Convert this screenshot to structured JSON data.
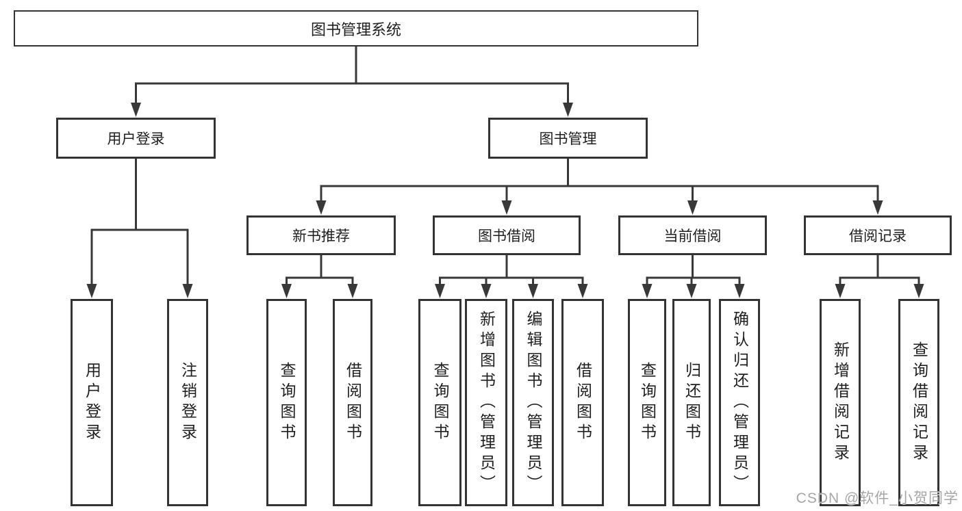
{
  "tree": {
    "root_label": "图书管理系统",
    "branches": [
      {
        "label": "用户登录",
        "children": [
          "用户登录",
          "注销登录"
        ]
      },
      {
        "label": "图书管理",
        "groups": [
          {
            "label": "新书推荐",
            "children": [
              "查询图书",
              "借阅图书"
            ]
          },
          {
            "label": "图书借阅",
            "children": [
              "查询图书",
              "新增图书（管理员）",
              "编辑图书（管理员）",
              "借阅图书"
            ]
          },
          {
            "label": "当前借阅",
            "children": [
              "查询图书",
              "归还图书",
              "确认归还（管理员）"
            ]
          },
          {
            "label": "借阅记录",
            "children": [
              "新增借阅记录",
              "查询借阅记录"
            ]
          }
        ]
      }
    ]
  },
  "watermark": "CSDN @软件_小贺同学",
  "colors": {
    "line": "#383838",
    "box_border": "#333333",
    "text": "#1f1f1f",
    "watermark": "#a6a6a6",
    "background": "#ffffff"
  }
}
